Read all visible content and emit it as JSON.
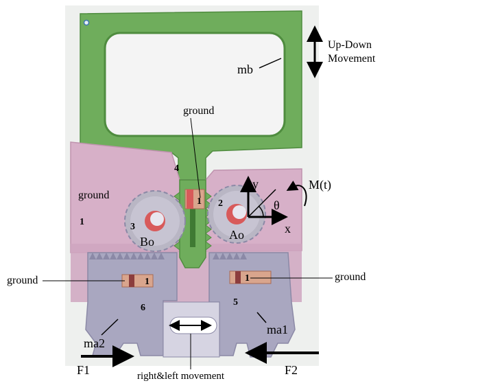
{
  "labels": {
    "mb": "mb",
    "updown_line1": "Up-Down",
    "updown_line2": "Movement",
    "ground_top": "ground",
    "ground_left_upper": "ground",
    "ground_left_lower": "ground",
    "ground_right": "ground",
    "body1": "1",
    "gear2": "2",
    "gear3": "3",
    "slider4": "4",
    "arm5": "5",
    "arm6": "6",
    "pin_center": "1",
    "pin_left": "1",
    "pin_right": "1",
    "bo": "Bo",
    "ao": "Ao",
    "axis_x": "x",
    "axis_y": "y",
    "theta": "θ",
    "moment": "M(t)",
    "ma1": "ma1",
    "ma2": "ma2",
    "f1": "F1",
    "f2": "F2",
    "rl_movement": "right&left movement"
  },
  "colors": {
    "green": "#6fad5c",
    "green_dark": "#4f8c3f",
    "body_pink": "#d7b0c8",
    "body_pink_dark": "#bf93ae",
    "arm_gray": "#a9a7c0",
    "arm_gray_dark": "#8b89a6",
    "gear_gray": "#b9b6c4",
    "pin_red": "#d85a5a",
    "pin_tan": "#d9a58d"
  }
}
